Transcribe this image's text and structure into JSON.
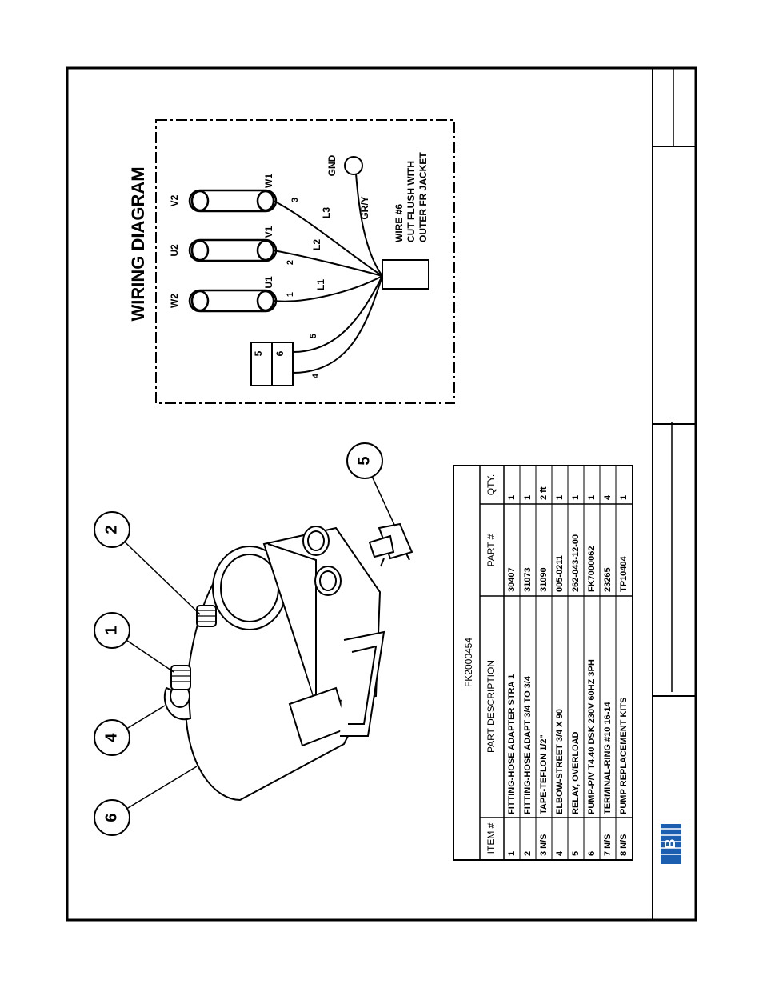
{
  "wiring_diagram": {
    "title": "WIRING DIAGRAM",
    "terminals_top": [
      "W2",
      "U2",
      "V2"
    ],
    "terminals_bottom": [
      "U1",
      "V1",
      "W1"
    ],
    "wire_numbers": [
      "1",
      "2",
      "3",
      "4",
      "5"
    ],
    "line_labels": [
      "L1",
      "L2",
      "L3"
    ],
    "ground_wire": "GR/Y",
    "ground_label": "GND",
    "relay_terminals": [
      "5",
      "6"
    ],
    "note_lines": [
      "WIRE #6",
      "CUT FLUSH WITH",
      "OUTER FR JACKET"
    ]
  },
  "callouts": [
    "1",
    "2",
    "4",
    "5",
    "6"
  ],
  "parts_table": {
    "kit_number": "FK2000454",
    "headers": [
      "ITEM #",
      "PART DESCRIPTION",
      "PART #",
      "QTY."
    ],
    "rows": [
      {
        "item": "1",
        "description": "FITTING-HOSE ADAPTER STRA 1",
        "part": "30407",
        "qty": "1"
      },
      {
        "item": "2",
        "description": "FITTING-HOSE ADAPT 3/4 TO 3/4",
        "part": "31073",
        "qty": "1"
      },
      {
        "item": "3 N/S",
        "description": "TAPE-TEFLON 1/2\"",
        "part": "31090",
        "qty": "2 ft"
      },
      {
        "item": "4",
        "description": "ELBOW-STREET 3/4 X 90",
        "part": "005-0211",
        "qty": "1"
      },
      {
        "item": "5",
        "description": "RELAY, OVERLOAD",
        "part": "262-043-12-00",
        "qty": "1"
      },
      {
        "item": "6",
        "description": "PUMP-P/V T4.40 DSK 230V 60HZ 3PH",
        "part": "FK7000062",
        "qty": "1"
      },
      {
        "item": "7 N/S",
        "description": "TERMINAL-RING #10 16-14",
        "part": "23265",
        "qty": "4"
      },
      {
        "item": "8 N/S",
        "description": "PUMP REPLACEMENT KITS",
        "part": "TP10404",
        "qty": "1"
      }
    ]
  },
  "logo_text": "B"
}
